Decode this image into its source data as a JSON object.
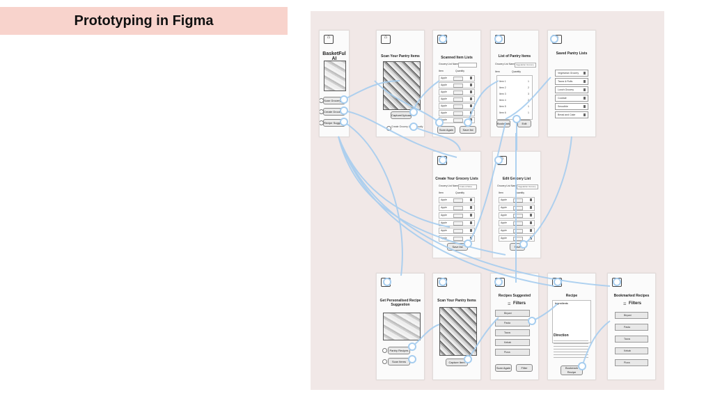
{
  "slide": {
    "title": "Prototyping in Figma"
  },
  "colors": {
    "title_bg": "#f8d3cc",
    "canvas_bg": "#f1e8e7",
    "wire": "#a6cdef"
  },
  "frames": {
    "home": {
      "app_name": "BasketFul AI",
      "btn_scan": "Scan Grocery List",
      "btn_create": "Create Grocery List",
      "btn_recipe": "Recipe Suggestion"
    },
    "scan": {
      "title": "Scan Your Pantry Items",
      "btn_capture": "Capture/Upload",
      "check_label": "Create Grocery List Manually"
    },
    "scanned": {
      "title": "Scanned Item Lists",
      "list_name_label": "Grocery List Name",
      "col_item": "Item",
      "col_qty": "Quantity",
      "item": "Apple",
      "btn_scan_again": "Scan Again",
      "btn_save": "Save list"
    },
    "pantry": {
      "title": "List of Pantry Items",
      "list_name_label": "Grocery List Name",
      "list_name_value": "Vegetarian Grocery",
      "col_item": "Item",
      "col_qty": "Quantity",
      "items": [
        "Item 1",
        "Item 2",
        "Item 3",
        "Item 4",
        "Item 5",
        "Item 6"
      ],
      "qtys": [
        "1",
        "2",
        "3",
        "2",
        "1",
        "1"
      ],
      "btn_bookmark": "Bookmark",
      "btn_edit": "Edit"
    },
    "saved": {
      "title": "Saved Pantry Lists",
      "lists": [
        "Vegetarian Grocery",
        "Tacos & Rolls",
        "Lunch Grocery",
        "Cocktail",
        "Smoothie",
        "Bread and Cake"
      ]
    },
    "create": {
      "title": "Create Your Grocery Lists",
      "list_name_label": "Grocery List Name",
      "list_name_value": "Fruits & More",
      "col_item": "Item",
      "col_qty": "Quantity",
      "item": "Apple",
      "btn_save": "Save list"
    },
    "edit": {
      "title": "Edit Grocery List",
      "list_name_label": "Grocery List Name",
      "list_name_value": "Vegetarian Grocery",
      "col_item": "Item",
      "col_qty": "Quantity",
      "item": "Apple",
      "btn_save": "Save"
    },
    "personal": {
      "title": "Get Personalised Recipe Suggestion",
      "btn_pantry": "Pantry Recipes",
      "btn_scan": "Scan Items"
    },
    "scan2": {
      "title": "Scan Your Pantry Items",
      "btn_capture": "Capture Item"
    },
    "recipes": {
      "title": "Recipes Suggested",
      "filters_label": "Filters",
      "items": [
        "Biryani",
        "Pasta",
        "Tacos",
        "Kebab",
        "Pizza"
      ],
      "btn_scan_again": "Scan Again",
      "btn_filter": "Filter"
    },
    "recipe": {
      "title": "Recipe",
      "ingredients_label": "Ingredients",
      "direction_label": "Direction",
      "btn_bookmark": "Bookmark Recipe"
    },
    "bookmarked": {
      "title": "Bookmarked Recipes",
      "filters_label": "Filters",
      "items": [
        "Biryani",
        "Pasta",
        "Tacos",
        "Kebab",
        "Pizza"
      ]
    }
  }
}
